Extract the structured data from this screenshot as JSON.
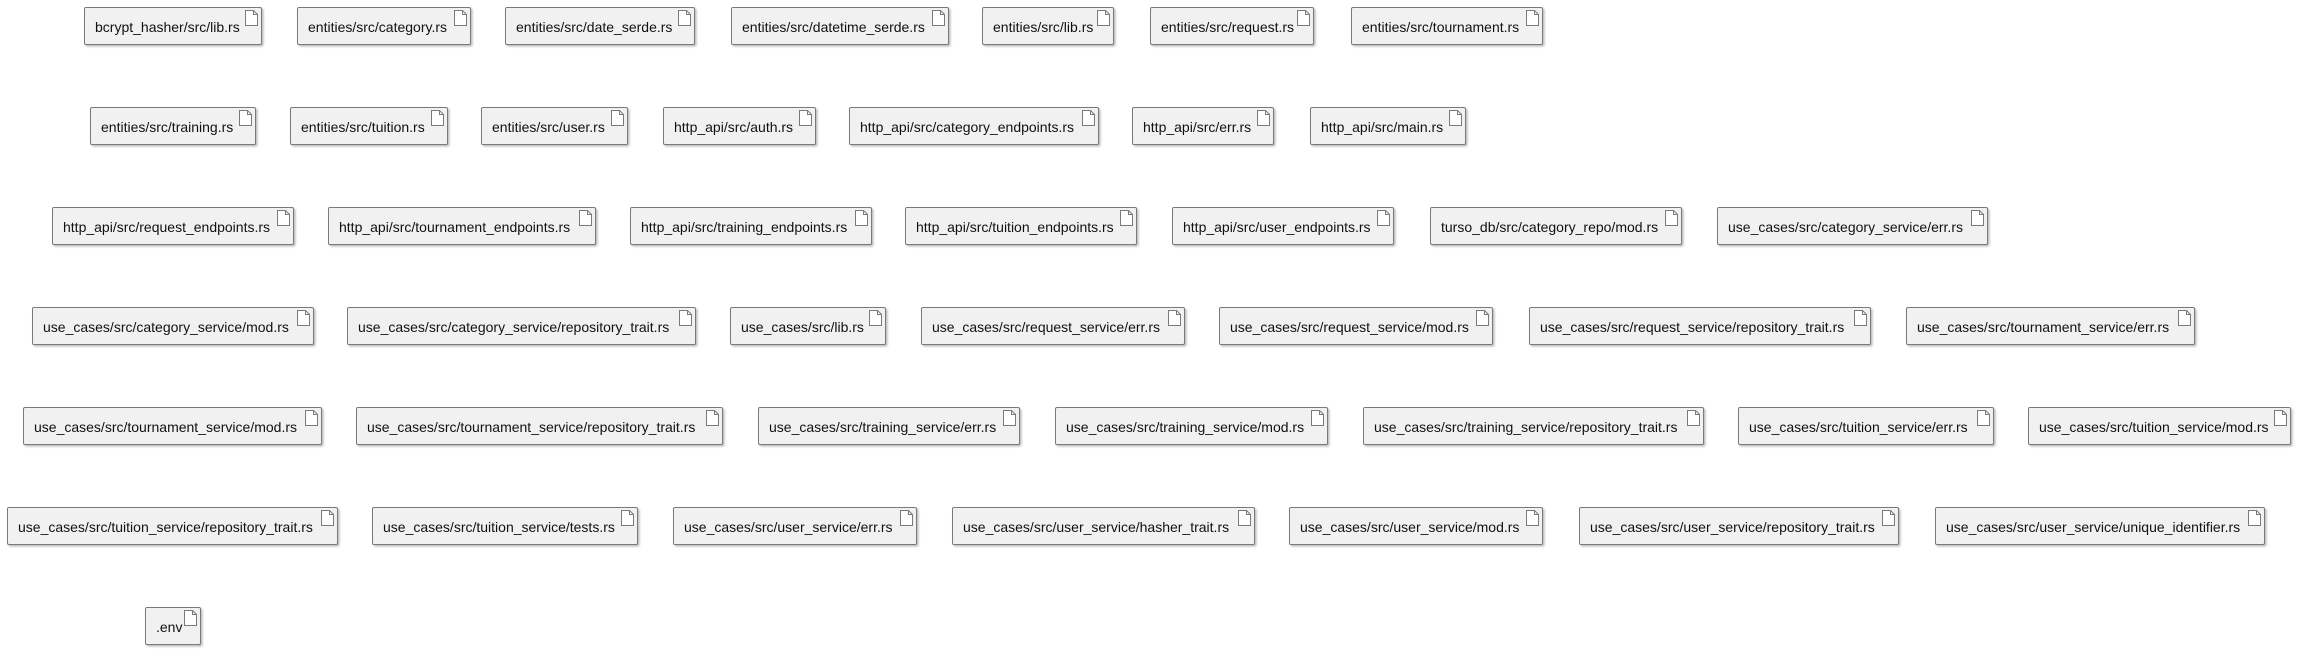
{
  "diagram": {
    "rows": [
      [
        "bcrypt_hasher/src/lib.rs",
        "entities/src/category.rs",
        "entities/src/date_serde.rs",
        "entities/src/datetime_serde.rs",
        "entities/src/lib.rs",
        "entities/src/request.rs",
        "entities/src/tournament.rs"
      ],
      [
        "entities/src/training.rs",
        "entities/src/tuition.rs",
        "entities/src/user.rs",
        "http_api/src/auth.rs",
        "http_api/src/category_endpoints.rs",
        "http_api/src/err.rs",
        "http_api/src/main.rs"
      ],
      [
        "http_api/src/request_endpoints.rs",
        "http_api/src/tournament_endpoints.rs",
        "http_api/src/training_endpoints.rs",
        "http_api/src/tuition_endpoints.rs",
        "http_api/src/user_endpoints.rs",
        "turso_db/src/category_repo/mod.rs",
        "use_cases/src/category_service/err.rs"
      ],
      [
        "use_cases/src/category_service/mod.rs",
        "use_cases/src/category_service/repository_trait.rs",
        "use_cases/src/lib.rs",
        "use_cases/src/request_service/err.rs",
        "use_cases/src/request_service/mod.rs",
        "use_cases/src/request_service/repository_trait.rs",
        "use_cases/src/tournament_service/err.rs"
      ],
      [
        "use_cases/src/tournament_service/mod.rs",
        "use_cases/src/tournament_service/repository_trait.rs",
        "use_cases/src/training_service/err.rs",
        "use_cases/src/training_service/mod.rs",
        "use_cases/src/training_service/repository_trait.rs",
        "use_cases/src/tuition_service/err.rs",
        "use_cases/src/tuition_service/mod.rs"
      ],
      [
        "use_cases/src/tuition_service/repository_trait.rs",
        "use_cases/src/tuition_service/tests.rs",
        "use_cases/src/user_service/err.rs",
        "use_cases/src/user_service/hasher_trait.rs",
        "use_cases/src/user_service/mod.rs",
        "use_cases/src/user_service/repository_trait.rs",
        "use_cases/src/user_service/unique_identifier.rs"
      ],
      [
        ".env"
      ]
    ],
    "node_icon": "file-icon",
    "colors": {
      "node_fill": "#f1f1f1",
      "node_border": "#7a7a7a",
      "text": "#111111",
      "background": "#ffffff"
    }
  }
}
